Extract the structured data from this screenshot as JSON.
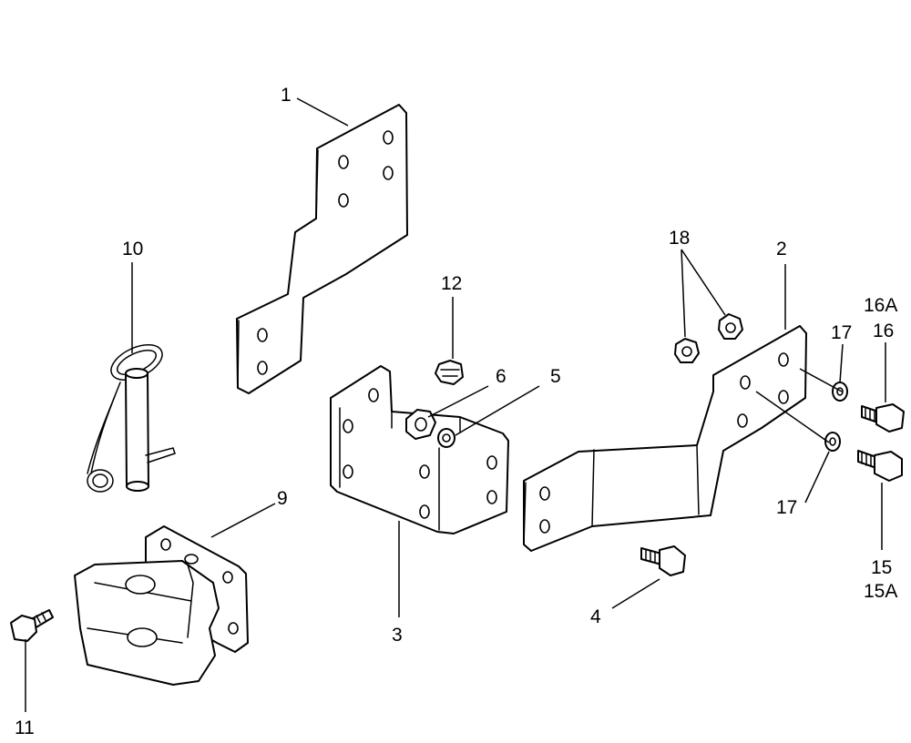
{
  "callouts": {
    "c1": "1",
    "c2": "2",
    "c3": "3",
    "c4": "4",
    "c5": "5",
    "c6": "6",
    "c9": "9",
    "c10": "10",
    "c11": "11",
    "c12": "12",
    "c15": "15",
    "c15a": "15A",
    "c16": "16",
    "c16a": "16A",
    "c17_top": "17",
    "c17_bottom": "17",
    "c18": "18"
  }
}
